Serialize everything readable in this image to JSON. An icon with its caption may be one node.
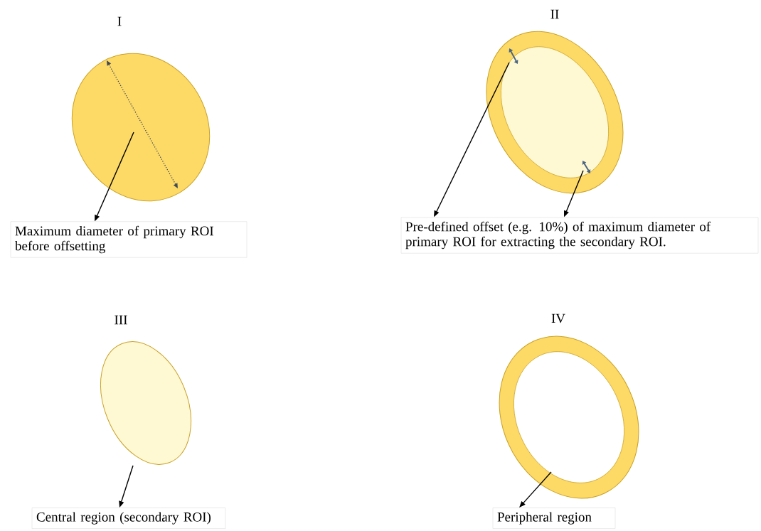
{
  "diagram": {
    "nodes": [
      {
        "text": [
          "Maximum diameter of primary ROI before offsetting"
        ]
      },
      {
        "text": [],
        "shape": "ellipse"
      },
      {
        "text": [],
        "shape": "ring"
      },
      {
        "text": [
          "Pre-defined offset (e.g. 10%) of maximum diameter of primary ROI for extracting the secondary ROI."
        ]
      },
      {
        "text": [],
        "shape": "ellipse"
      },
      {
        "text": [
          "Central region (secondary ROI)"
        ]
      },
      {
        "text": [],
        "shape": "ring"
      },
      {
        "text": [
          "Peripheral region"
        ]
      }
    ],
    "edges": [
      {
        "from": 1,
        "to": 0,
        "arrow": "to"
      },
      {
        "from": 2,
        "to": 3,
        "arrow": "to"
      },
      {
        "from": 2,
        "to": 3,
        "arrow": "to"
      },
      {
        "from": 4,
        "to": 5,
        "arrow": "to"
      },
      {
        "from": 6,
        "to": 7,
        "arrow": "to"
      }
    ],
    "labels": [
      "I",
      "II",
      "III",
      "IV"
    ]
  }
}
